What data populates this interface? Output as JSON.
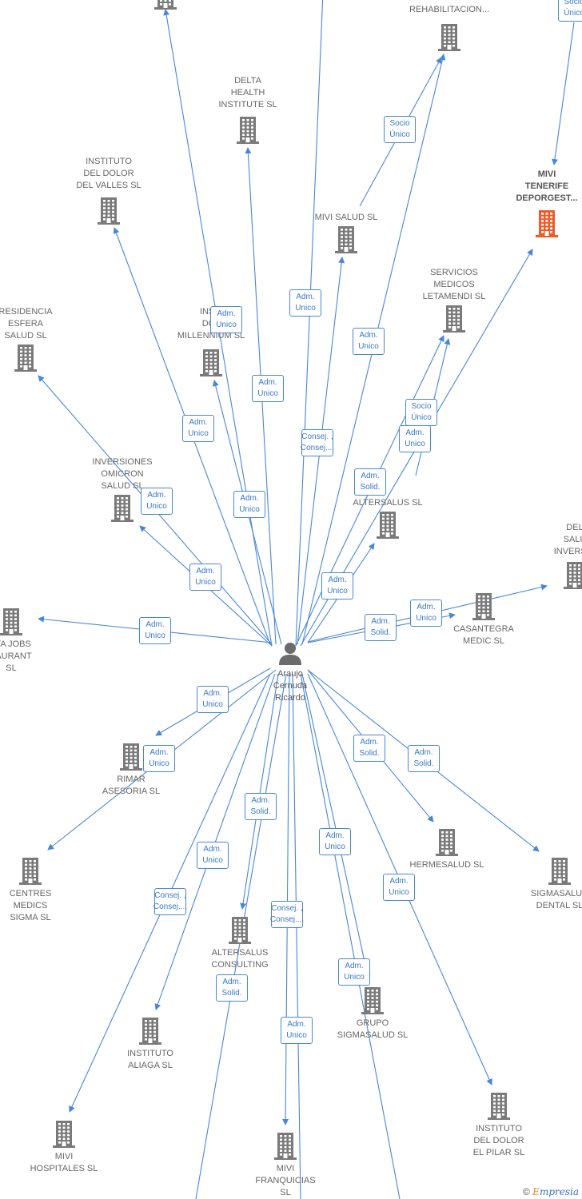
{
  "colors": {
    "edge": "#4a86d8",
    "building": "#7a7a7a",
    "highlight": "#f05a28",
    "person": "#6b6b6b"
  },
  "center": {
    "id": "P",
    "label": "Araujo\nCernuda\nRicardo",
    "icon": "person-icon"
  },
  "nodes": [
    {
      "id": "top_left_cut",
      "label": ""
    },
    {
      "id": "rehab",
      "label": "Y\nREHABILITACION..."
    },
    {
      "id": "socio_top",
      "label": ""
    },
    {
      "id": "delta_health",
      "label": "DELTA\nHEALTH\nINSTITUTE  SL"
    },
    {
      "id": "inst_dolor_valles",
      "label": "INSTITUTO\nDEL DOLOR\nDEL VALLES  SL"
    },
    {
      "id": "mivi_tenerife",
      "label": "MIVI\nTENERIFE\nDEPORGEST...",
      "highlight": true
    },
    {
      "id": "mivi_salud",
      "label": "MIVI SALUD  SL"
    },
    {
      "id": "servicios_medicos",
      "label": "SERVICIOS\nMEDICOS\nLETAMENDI SL"
    },
    {
      "id": "residencia",
      "label": "RESIDENCIA\nESFERA\nSALUD SL"
    },
    {
      "id": "inst_millennium",
      "label": "INSTI\nDOL\nMILLENNIUM SL"
    },
    {
      "id": "inversiones_omicron",
      "label": "INVERSIONES\nOMICRON\nSALUD  SL"
    },
    {
      "id": "altersalus",
      "label": "ALTERSALUS SL"
    },
    {
      "id": "delta_salud_inv",
      "label": "DEL\nSALU\nINVERSIO"
    },
    {
      "id": "casantegra",
      "label": "CASANTEGRA\nMEDIC SL"
    },
    {
      "id": "delta_jobs",
      "label": "LTA JOBS\nTAURANT\nSL"
    },
    {
      "id": "rimar",
      "label": "RIMAR\nASESORIA  SL"
    },
    {
      "id": "centres_medics",
      "label": "CENTRES\nMEDICS\nSIGMA SL"
    },
    {
      "id": "hermesalud",
      "label": "HERMESALUD SL"
    },
    {
      "id": "sigmasalud_dental",
      "label": "SIGMASALUD\nDENTAL SL"
    },
    {
      "id": "altersalus_consulting",
      "label": "ALTERSALUS\nCONSULTING"
    },
    {
      "id": "grupo_sigmasalud",
      "label": "GRUPO\nSIGMASALUD SL"
    },
    {
      "id": "inst_aliaga",
      "label": "INSTITUTO\nALIAGA  SL"
    },
    {
      "id": "inst_dolor_pilar",
      "label": "INSTITUTO\nDEL DOLOR\nEL PILAR  SL"
    },
    {
      "id": "mivi_hospitales",
      "label": "MIVI\nHOSPITALES  SL"
    },
    {
      "id": "mivi_franquicias",
      "label": "MIVI\nFRANQUICIAS\nSL"
    }
  ],
  "edges": [
    {
      "from": "P",
      "to": "top_left_cut",
      "label": "Adm.\nUnico"
    },
    {
      "from": "P",
      "to": "top_line",
      "label": "Adm.\nUnico"
    },
    {
      "from": "P",
      "to": "delta_health",
      "label": "Adm.\nUnico"
    },
    {
      "from": "P",
      "to": "inst_dolor_valles",
      "label": "Adm.\nUnico"
    },
    {
      "from": "P",
      "to": "mivi_salud",
      "label": "Consej. ,\nConsej...."
    },
    {
      "from": "P",
      "to": "rehab",
      "label": "Adm.\nUnico"
    },
    {
      "from": "mivi_salud",
      "to": "rehab",
      "label": "Socio\nÚnico"
    },
    {
      "from": "socio_top",
      "to": "mivi_tenerife",
      "label": "Socio\nÚnico"
    },
    {
      "from": "P",
      "to": "inst_millennium",
      "label": "Adm.\nUnico"
    },
    {
      "from": "P",
      "to": "servicios_medicos",
      "label": "Adm.\nSolid."
    },
    {
      "from": "altersalus",
      "to": "servicios_medicos",
      "label": "Socio\nÚnico"
    },
    {
      "from": "P",
      "to": "mivi_tenerife",
      "label": "Adm.\nUnico"
    },
    {
      "from": "P",
      "to": "residencia",
      "label": "Adm.\nUnico"
    },
    {
      "from": "P",
      "to": "inversiones_omicron",
      "label": "Adm.\nUnico"
    },
    {
      "from": "P",
      "to": "altersalus",
      "label": "Adm.\nUnico"
    },
    {
      "from": "P",
      "to": "delta_salud_inv",
      "label": "Adm.\nUnico"
    },
    {
      "from": "P",
      "to": "casantegra",
      "label": "Adm.\nSolid."
    },
    {
      "from": "P",
      "to": "delta_jobs",
      "label": "Adm.\nUnico"
    },
    {
      "from": "P",
      "to": "rimar",
      "label": "Adm.\nUnico"
    },
    {
      "from": "P",
      "to": "centres_medics",
      "label": "Adm.\nUnico"
    },
    {
      "from": "P",
      "to": "hermesalud",
      "label": "Adm.\nSolid."
    },
    {
      "from": "P",
      "to": "sigmasalud_dental",
      "label": "Adm.\nSolid."
    },
    {
      "from": "P",
      "to": "altersalus_consulting",
      "label": "Adm.\nSolid."
    },
    {
      "from": "P",
      "to": "grupo_sigmasalud",
      "label": "Adm.\nUnico"
    },
    {
      "from": "P",
      "to": "inst_aliaga",
      "label": "Adm.\nUnico"
    },
    {
      "from": "P",
      "to": "mivi_hospitales",
      "label": "Consej. ,\nConsej...."
    },
    {
      "from": "P",
      "to": "mivi_franquicias",
      "label": "Consej. ,\nConsej...."
    },
    {
      "from": "P",
      "to": "inst_dolor_pilar",
      "label": "Adm.\nUnico"
    },
    {
      "from": "P",
      "to": "grupo_lower",
      "label": "Adm.\nUnico"
    },
    {
      "from": "P",
      "to": "bottom_left_cut",
      "label": "Adm.\nSolid."
    },
    {
      "from": "P",
      "to": "franq_lower",
      "label": "Adm.\nUnico"
    }
  ],
  "footer": {
    "copyright": "©",
    "brand_e": "E",
    "brand_rest": "mpresia"
  }
}
